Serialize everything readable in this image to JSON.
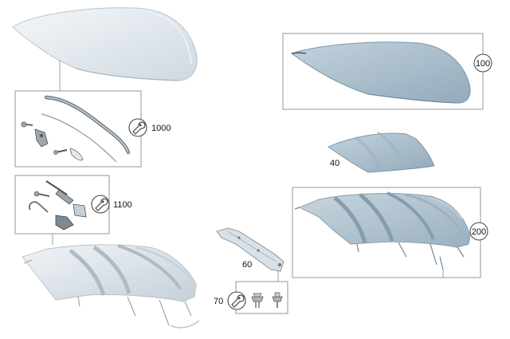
{
  "callouts": {
    "hard_top_assembly": "100",
    "roof_panel": "40",
    "frame_assembly": "200",
    "holder": "60",
    "fastener_kit": "70",
    "repair_kit_1000": "1000",
    "repair_kit_1100": "1100"
  },
  "colors": {
    "roof_blue": "#a9bdcb",
    "frame_light": "#dfe6ec",
    "box_border": "#8a8a8a",
    "wrench_circle": "#555555"
  },
  "icons": [
    "wrench-icon"
  ]
}
